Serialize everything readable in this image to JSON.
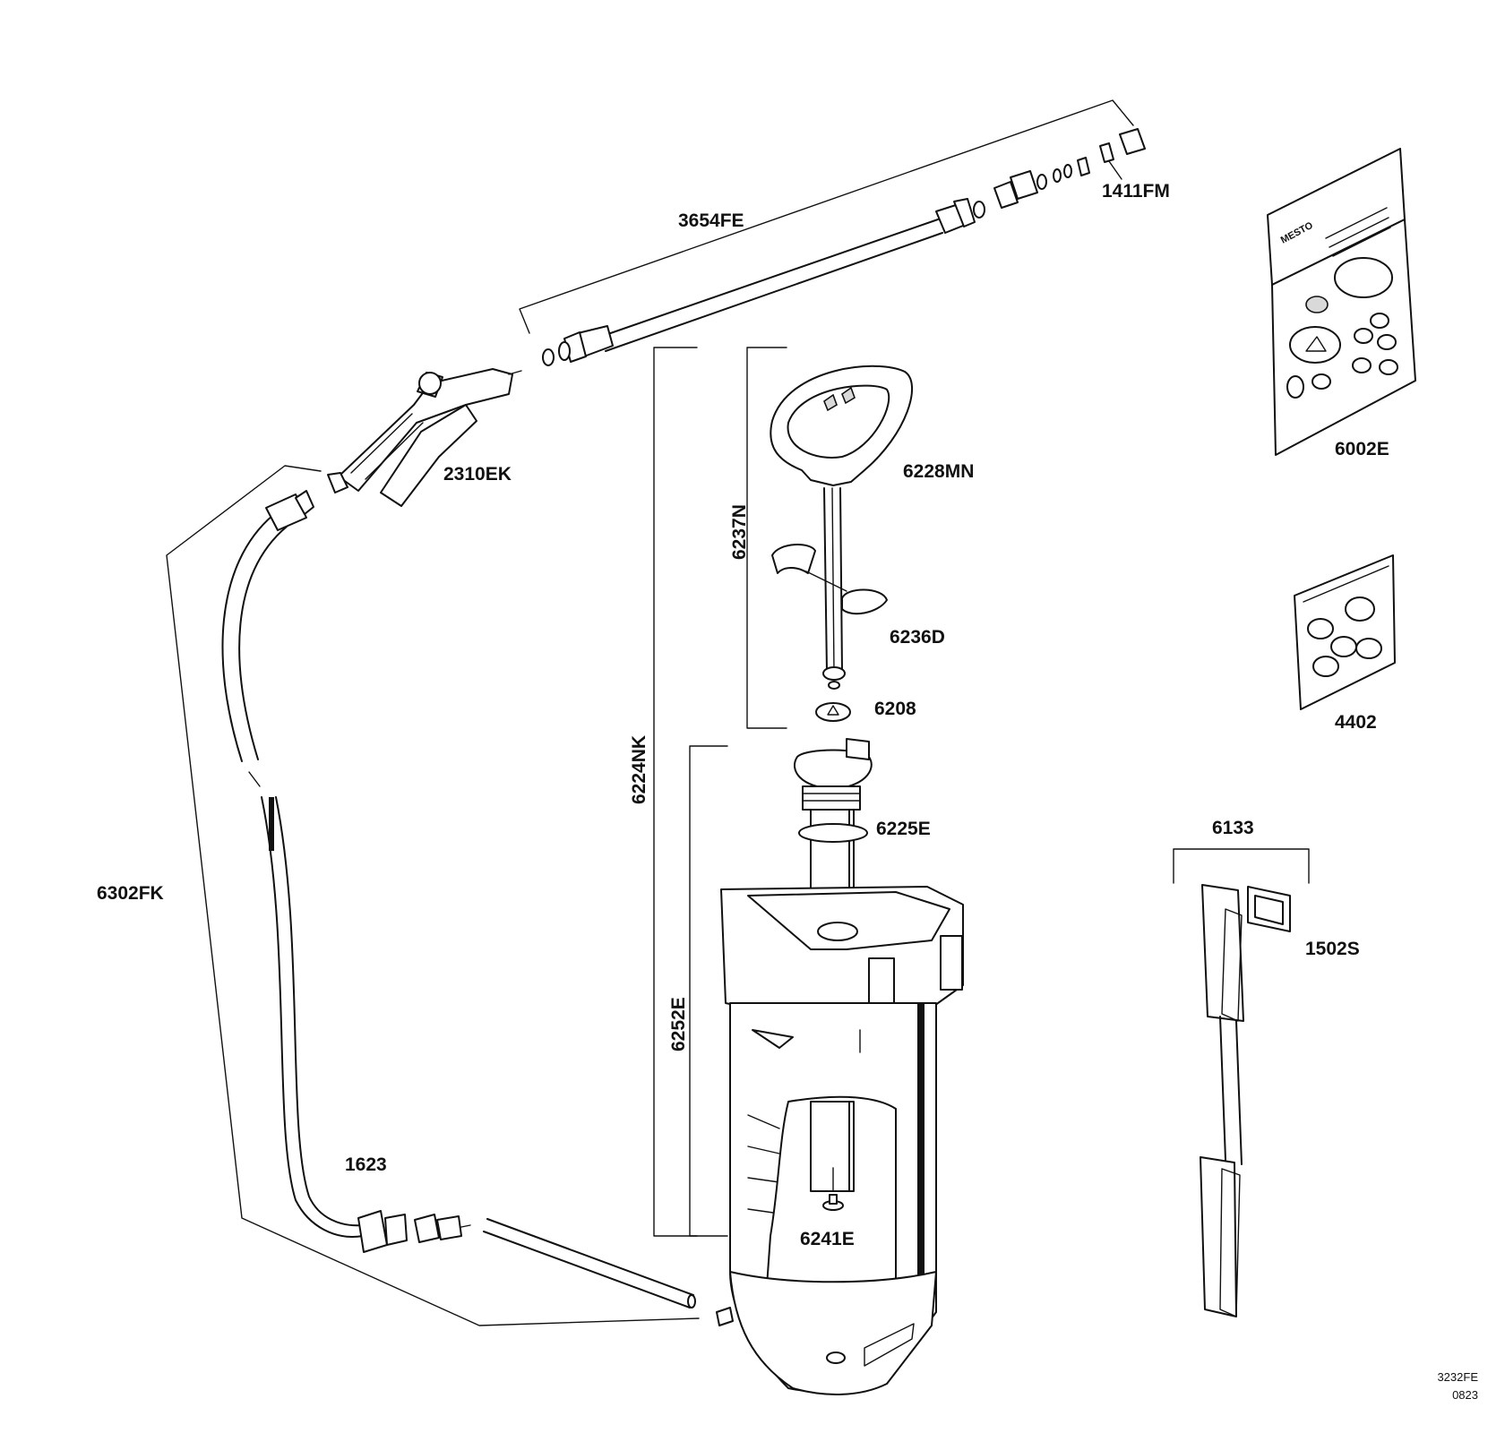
{
  "parts": [
    {
      "id": "p1411FM",
      "label": "1411FM"
    },
    {
      "id": "p3654FE",
      "label": "3654FE"
    },
    {
      "id": "p6002E",
      "label": "6002E"
    },
    {
      "id": "p2310EK",
      "label": "2310EK"
    },
    {
      "id": "p6228MN",
      "label": "6228MN"
    },
    {
      "id": "p6237N",
      "label": "6237N"
    },
    {
      "id": "p6236D",
      "label": "6236D"
    },
    {
      "id": "p4402",
      "label": "4402"
    },
    {
      "id": "p6208",
      "label": "6208"
    },
    {
      "id": "p6224NK",
      "label": "6224NK"
    },
    {
      "id": "p6225E",
      "label": "6225E"
    },
    {
      "id": "p6133",
      "label": "6133"
    },
    {
      "id": "p6302FK",
      "label": "6302FK"
    },
    {
      "id": "p1502S",
      "label": "1502S"
    },
    {
      "id": "p6252E",
      "label": "6252E"
    },
    {
      "id": "p1623",
      "label": "1623"
    },
    {
      "id": "p6241E",
      "label": "6241E"
    }
  ],
  "brand_text": "MESTO",
  "drawing_code": "3232FE",
  "drawing_date": "0823"
}
